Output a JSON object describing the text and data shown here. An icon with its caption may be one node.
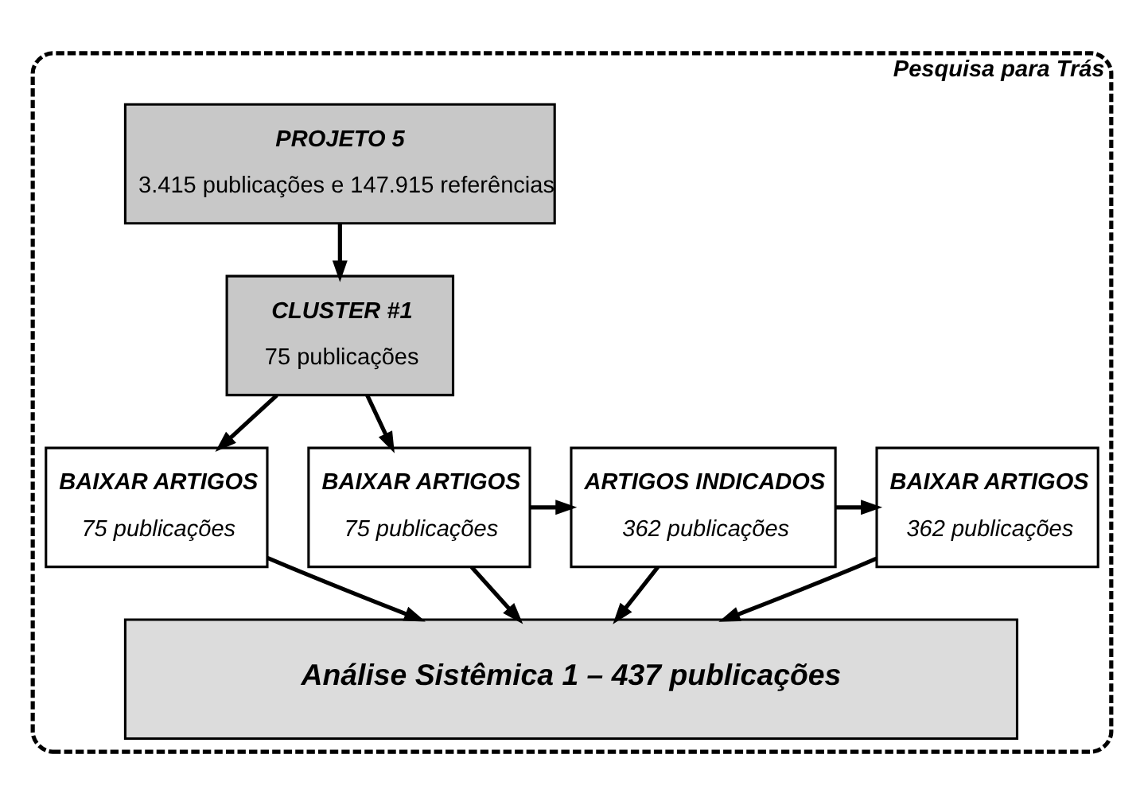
{
  "diagram": {
    "nodes": [
      {
        "text": [
          "Pesquisa para Trás"
        ]
      },
      {
        "text": [
          "PROJETO 5",
          "3.415 publicações e 147.915 referências"
        ],
        "in": 0
      },
      {
        "text": [
          "CLUSTER #1",
          "75 publicações"
        ],
        "in": 0
      },
      {
        "text": [
          "BAIXAR ARTIGOS",
          "75 publicações"
        ],
        "in": 0
      },
      {
        "text": [
          "BAIXAR ARTIGOS",
          "75 publicações"
        ],
        "in": 0
      },
      {
        "text": [
          "ARTIGOS INDICADOS",
          "362 publicações"
        ],
        "in": 0
      },
      {
        "text": [
          "BAIXAR ARTIGOS",
          "362 publicações"
        ],
        "in": 0
      },
      {
        "text": [
          "Análise Sistêmica 1 – 437 publicações"
        ],
        "in": 0
      }
    ],
    "edges": [
      {
        "from": 1,
        "to": 2,
        "arrow": "to"
      },
      {
        "from": 2,
        "to": 3,
        "arrow": "to"
      },
      {
        "from": 2,
        "to": 4,
        "arrow": "to"
      },
      {
        "from": 4,
        "to": 5,
        "arrow": "to"
      },
      {
        "from": 5,
        "to": 6,
        "arrow": "to"
      },
      {
        "from": 3,
        "to": 7,
        "arrow": "to"
      },
      {
        "from": 4,
        "to": 7,
        "arrow": "to"
      },
      {
        "from": 5,
        "to": 7,
        "arrow": "to"
      },
      {
        "from": 6,
        "to": 7,
        "arrow": "to"
      }
    ]
  }
}
